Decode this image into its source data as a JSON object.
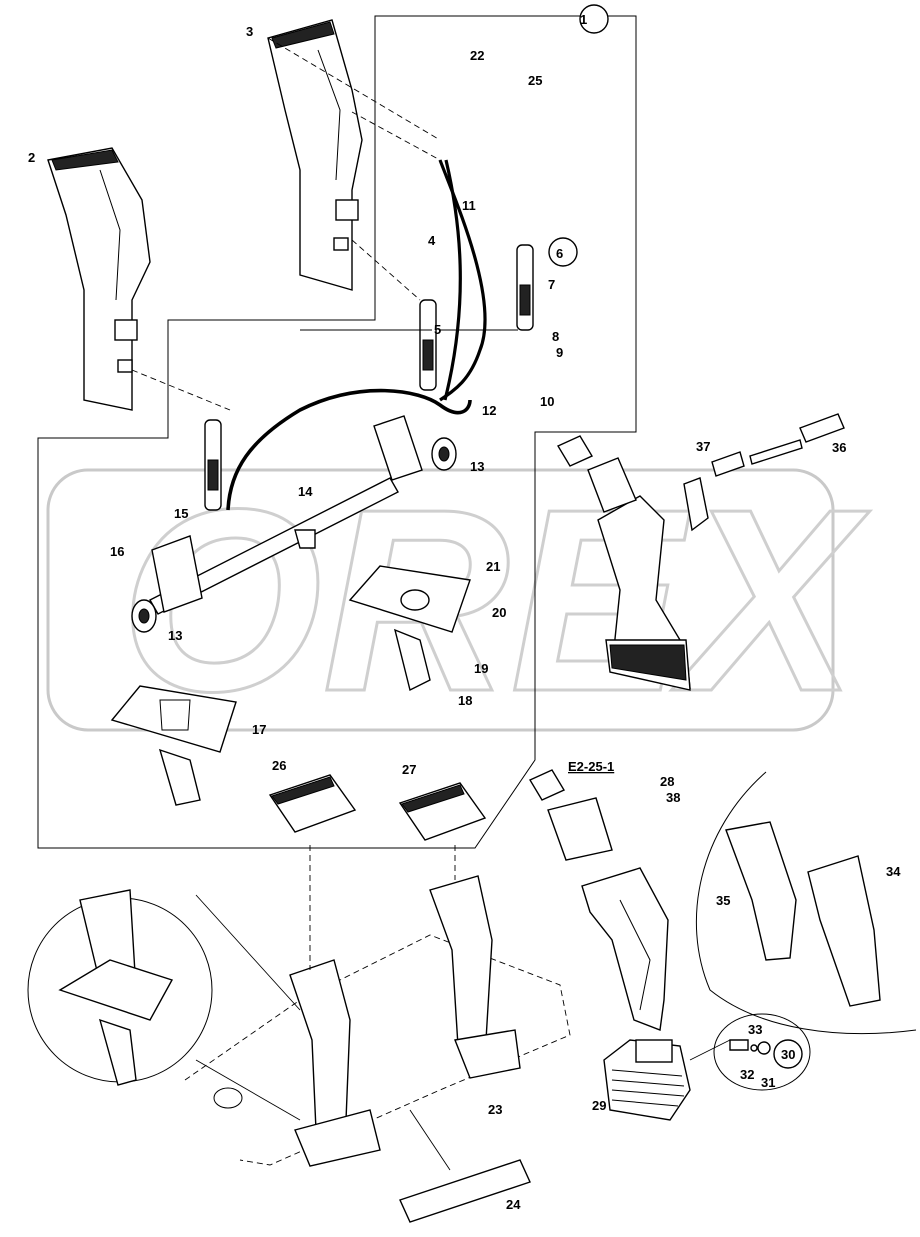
{
  "watermark": "OREX",
  "callout_labels": [
    "1",
    "2",
    "3",
    "4",
    "5",
    "6",
    "7",
    "8",
    "9",
    "10",
    "11",
    "12",
    "13",
    "13",
    "14",
    "15",
    "16",
    "17",
    "18",
    "19",
    "20",
    "21",
    "22",
    "23",
    "24",
    "25",
    "26",
    "27",
    "28",
    "29",
    "30",
    "31",
    "32",
    "33",
    "34",
    "35",
    "36",
    "37",
    "38"
  ],
  "reference_label": "E2-25-1",
  "group_circles": [
    "1",
    "6",
    "30"
  ]
}
